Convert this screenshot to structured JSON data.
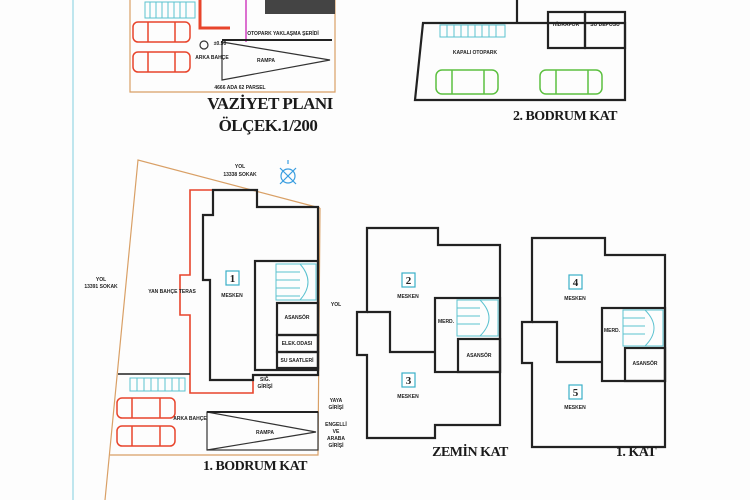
{
  "site_plan": {
    "title": "VAZİYET PLANI",
    "scale": "ÖLÇEK.1/200",
    "labels": {
      "back_garden": "ARKA BAHÇE",
      "ramp": "RAMPA",
      "parcel": "4666 ADA 62 PARSEL",
      "parking_approach": "OTOPARK YAKLAŞMA ŞERİDİ",
      "elevation": "±0.50"
    }
  },
  "basement_2": {
    "title": "2. BODRUM KAT",
    "labels": {
      "hydrophore": "HİDRAFOR",
      "water_tank": "SU DEPOSU",
      "parking": "KAPALI OTOPARK"
    }
  },
  "basement_1": {
    "title": "1. BODRUM KAT",
    "unit_number": "1",
    "labels": {
      "dwelling": "MESKEN",
      "side_garden": "YAN BAHÇE TERAS",
      "road_top_1": "YOL",
      "road_top_2": "13338 SOKAK",
      "road_left_1": "YOL",
      "road_left_2": "13391 SOKAK",
      "road_right": "YOL",
      "elevator": "ASANSÖR",
      "electric_room": "ELEK.ODASI",
      "water_meters": "SU SAATLERİ",
      "shelter_1": "SIĞ.",
      "shelter_2": "GİRİŞİ",
      "back_garden": "ARKA BAHÇE",
      "ramp": "RAMPA",
      "pedestrian_1": "YAYA",
      "pedestrian_2": "GİRİŞİ",
      "vehicle_1": "ENGELLİ",
      "vehicle_2": "VE",
      "vehicle_3": "ARABA",
      "vehicle_4": "GİRİŞİ"
    }
  },
  "ground_floor": {
    "title": "ZEMİN KAT",
    "units": [
      {
        "number": "2",
        "label": "MESKEN"
      },
      {
        "number": "3",
        "label": "MESKEN"
      }
    ],
    "labels": {
      "stairs": "MERD.",
      "elevator": "ASANSÖR"
    }
  },
  "first_floor": {
    "title": "1. KAT",
    "units": [
      {
        "number": "4",
        "label": "MESKEN"
      },
      {
        "number": "5",
        "label": "MESKEN"
      }
    ],
    "labels": {
      "stairs": "MERD.",
      "elevator": "ASANSÖR"
    }
  },
  "colors": {
    "walls": "#222222",
    "plot_boundary": "#d9a066",
    "terrace_line": "#e8452c",
    "stairs": "#5cc2d0",
    "cars_site": "#e8452c",
    "cars_garage": "#5cc040",
    "margin_line": "#bfe6ee"
  }
}
